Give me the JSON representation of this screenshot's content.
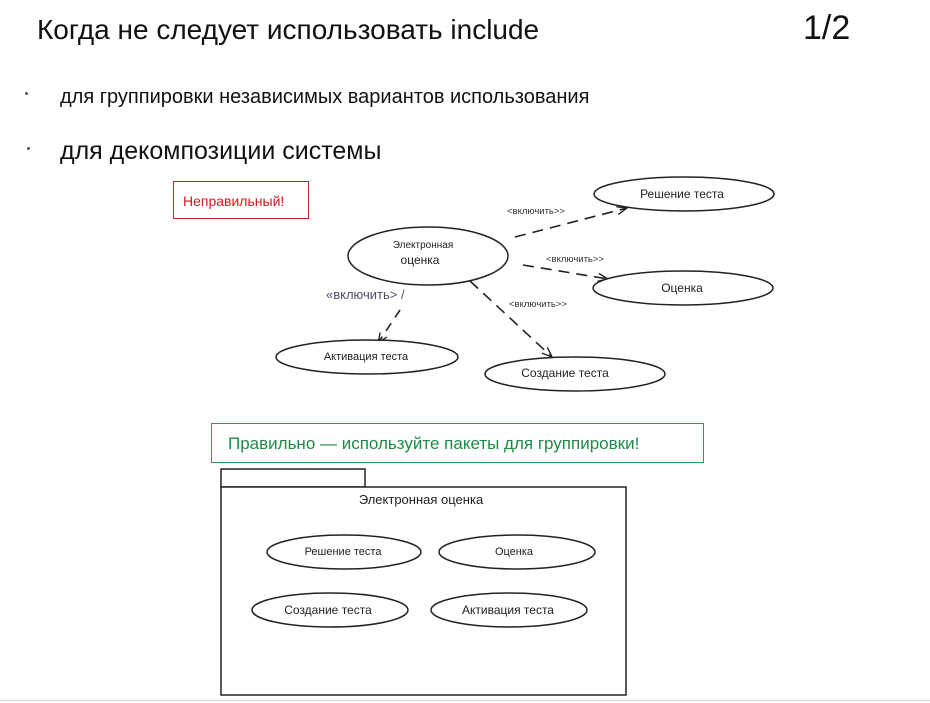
{
  "slide": {
    "title": "Когда не следует использовать include",
    "page_number": "1/2"
  },
  "bullets": [
    "для группировки независимых вариантов использования",
    "для декомпозиции системы"
  ],
  "wrong_diagram": {
    "label": "Неправильный!",
    "center_use_case": {
      "line1": "Электронная",
      "line2": "оценка"
    },
    "use_cases": {
      "solve_test": "Решение теста",
      "grading": "Оценка",
      "activate_test": "Активация теста",
      "create_test": "Создание теста"
    },
    "relations": {
      "include_solve": "<включить>>",
      "include_grading": "<включить>>",
      "include_create": "<включить>>",
      "include_activate": "«включить> /"
    }
  },
  "right_diagram": {
    "label": "Правильно — используйте пакеты для группировки!",
    "package_name": "Электронная оценка",
    "use_cases": {
      "solve_test": "Решение теста",
      "grading": "Оценка",
      "create_test": "Создание теста",
      "activate_test": "Активация теста"
    }
  },
  "colors": {
    "wrong": "#d11a1a",
    "right": "#1f8a45",
    "lines": "#222222"
  }
}
